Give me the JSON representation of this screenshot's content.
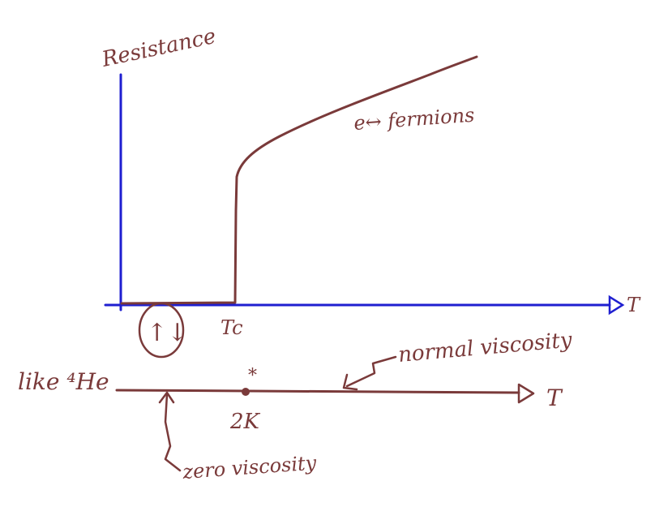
{
  "colors": {
    "axis": "#1f1fd0",
    "ink": "#7a3a3a",
    "background": "#ffffff"
  },
  "top_plot": {
    "y_axis_label": "Resistance",
    "x_axis_label": "T",
    "critical_label": "Tc",
    "curve_label": "e↔ fermions",
    "spin_pair_label": "↑↓"
  },
  "bottom_line": {
    "label": "like ⁴He",
    "axis_label": "T",
    "point_label": "2K",
    "point_mark": "*",
    "right_annotation": "normal viscosity",
    "left_annotation": "zero viscosity"
  }
}
